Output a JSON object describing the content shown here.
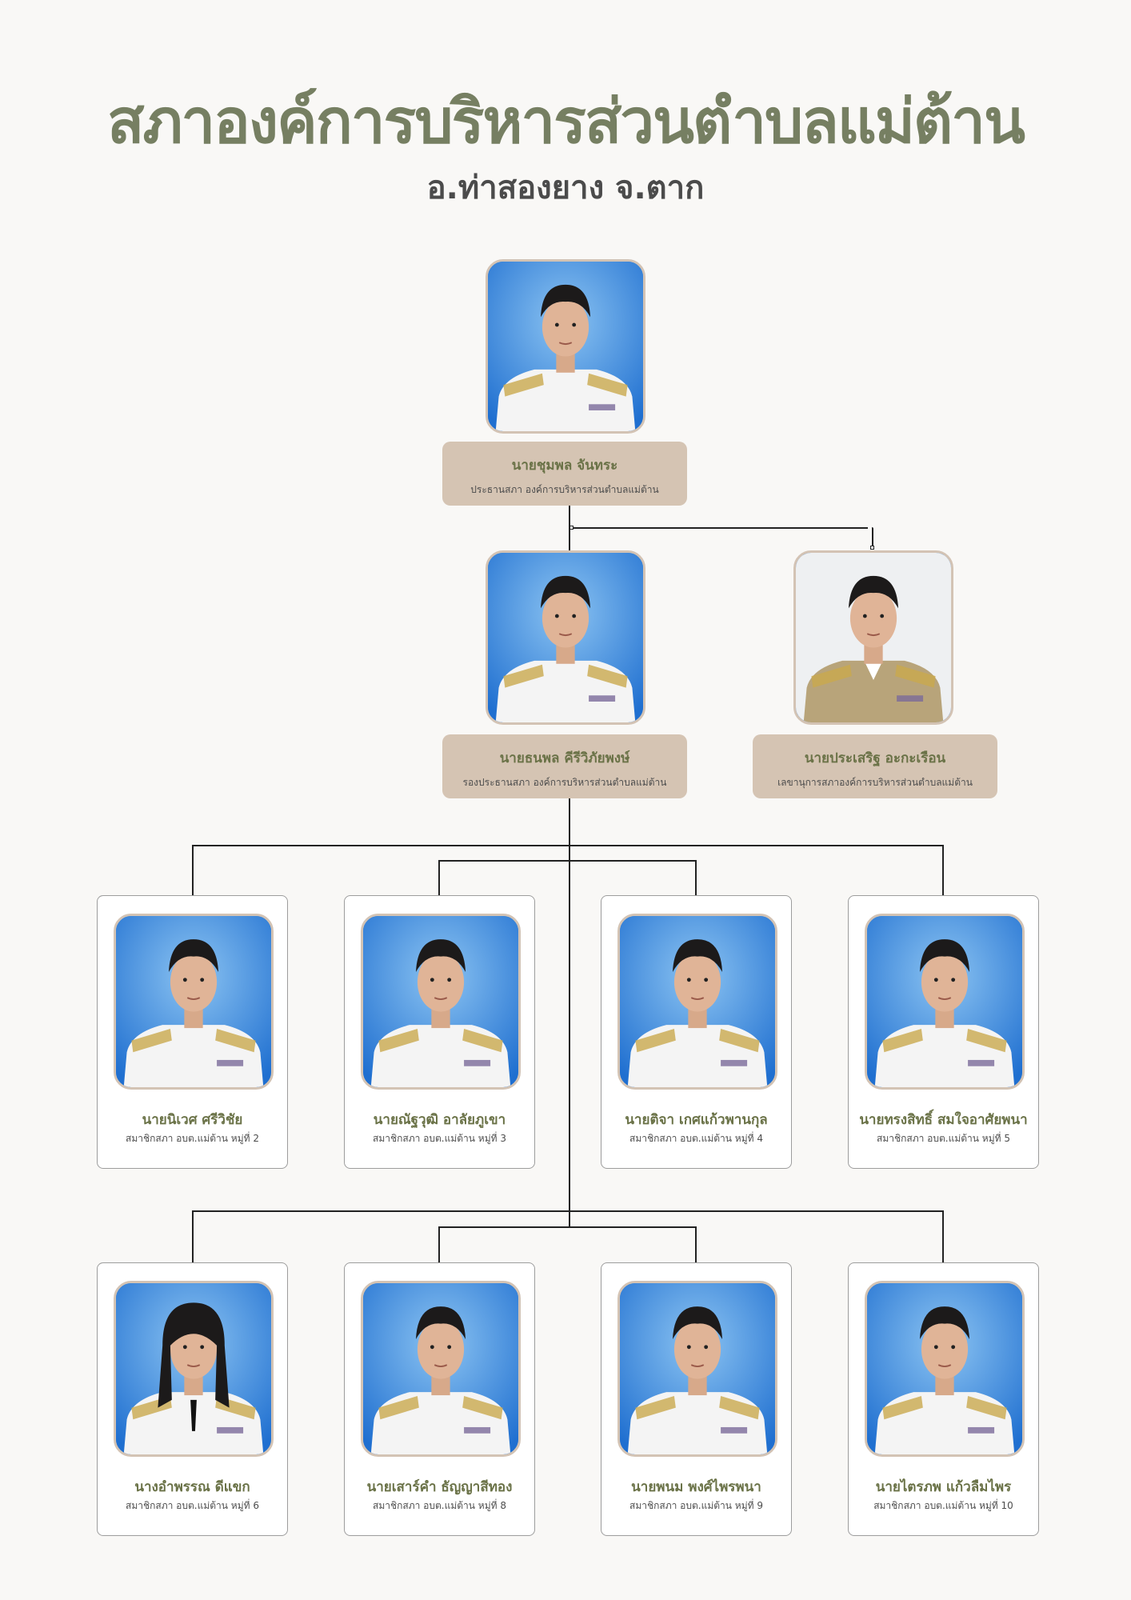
{
  "header": {
    "title": "สภาองค์การบริหารส่วนตำบลแม่ต้าน",
    "subtitle": "อ.ท่าสองยาง จ.ตาก"
  },
  "president": {
    "name": "นายชุมพล จันทระ",
    "role": "ประธานสภา องค์การบริหารส่วนตำบลแม่ต้าน",
    "photo": "portrait-white-uniform"
  },
  "vice_president": {
    "name": "นายธนพล คีรีวิภัยพงษ์",
    "role": "รองประธานสภา องค์การบริหารส่วนตำบลแม่ต้าน",
    "photo": "portrait-white-uniform"
  },
  "secretary": {
    "name": "นายประเสริฐ อะกะเรือน",
    "role": "เลขานุการสภาองค์การบริหารส่วนตำบลแม่ต้าน",
    "photo": "portrait-khaki-uniform"
  },
  "members": [
    {
      "name": "นายนิเวศ ศรีวิชัย",
      "role": "สมาชิกสภา อบต.แม่ต้าน หมู่ที่ 2"
    },
    {
      "name": "นายณัฐวุฒิ อาลัยภูเขา",
      "role": "สมาชิกสภา อบต.แม่ต้าน หมู่ที่ 3"
    },
    {
      "name": "นายติจา เกศแก้วพานกุล",
      "role": "สมาชิกสภา อบต.แม่ต้าน หมู่ที่ 4"
    },
    {
      "name": "นายทรงสิทธิ์ สมใจอาศัยพนา",
      "role": "สมาชิกสภา อบต.แม่ต้าน หมู่ที่ 5"
    },
    {
      "name": "นางอำพรรณ ดีแขก",
      "role": "สมาชิกสภา อบต.แม่ต้าน หมู่ที่ 6"
    },
    {
      "name": "นายเสาร์คำ ธัญญาสีทอง",
      "role": "สมาชิกสภา อบต.แม่ต้าน หมู่ที่ 8"
    },
    {
      "name": "นายพนม พงศ์ไพรพนา",
      "role": "สมาชิกสภา อบต.แม่ต้าน หมู่ที่ 9"
    },
    {
      "name": "นายไตรภพ แก้วลืมไพร",
      "role": "สมาชิกสภา อบต.แม่ต้าน หมู่ที่ 10"
    }
  ],
  "colors": {
    "title": "#767f62",
    "name": "#6a7247",
    "label_bg": "#d5c4b3",
    "background": "#f9f8f6"
  }
}
